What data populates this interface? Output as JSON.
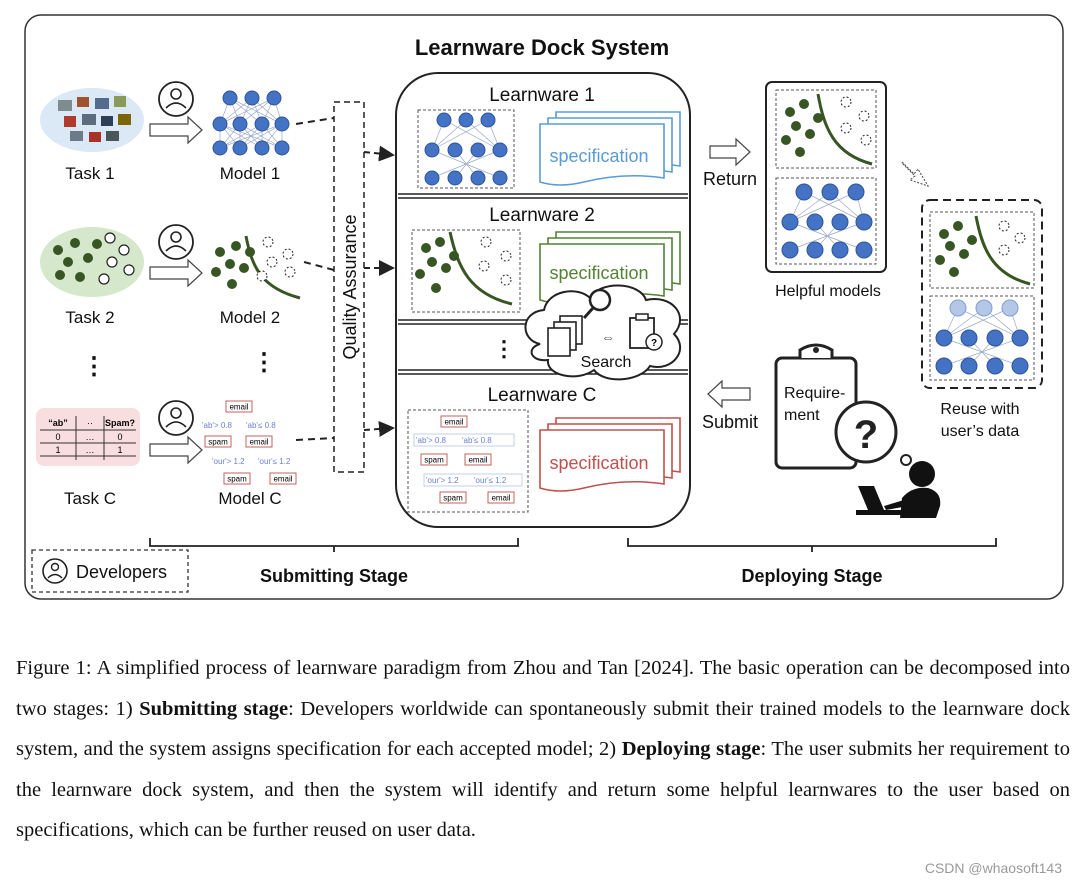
{
  "figure": {
    "title": "Learnware Dock System",
    "tasks": [
      "Task 1",
      "Task 2",
      "Task C"
    ],
    "models": [
      "Model 1",
      "Model 2",
      "Model C"
    ],
    "ellipsis": "⋮",
    "quality_assurance": "Quality Assurance",
    "learnwares": [
      "Learnware 1",
      "Learnware 2",
      "Learnware C"
    ],
    "specification": "specification",
    "search": "Search",
    "return": "Return",
    "submit": "Submit",
    "helpful_models": "Helpful models",
    "reuse_line1": "Reuse with",
    "reuse_line2": "user’s data",
    "requirement_line1": "Require-",
    "requirement_line2": "ment",
    "developers": "Developers",
    "submitting_stage": "Submitting Stage",
    "deploying_stage": "Deploying Stage",
    "table": {
      "header": [
        "“ab”",
        "··",
        "Spam?"
      ],
      "rows": [
        [
          "0",
          "…",
          "0"
        ],
        [
          "1",
          "…",
          "1"
        ]
      ]
    },
    "tree": {
      "root": "email",
      "cond_left": "'ab'> 0.8",
      "cond_right": "'ab'≤ 0.8",
      "spam": "spam",
      "email": "email",
      "cond2_left": "'our'> 1.2",
      "cond2_right": "'our'≤ 1.2"
    },
    "colors": {
      "blue_node": "#4472c4",
      "light_blue_node": "#b4c7e7",
      "green": "#375623",
      "spec_blue": "#5b9bd5",
      "spec_green": "#548235",
      "spec_red": "#c0504d"
    }
  },
  "caption": {
    "label": "Figure 1:",
    "part1": " A simplified process of learnware paradigm from Zhou and Tan [2024]. The basic operation can be decomposed into two stages: 1) ",
    "bold1": "Submitting stage",
    "part2": ": Developers worldwide can spontaneously submit their trained models to the learnware dock system, and the system assigns specification for each accepted model; 2) ",
    "bold2": "Deploying stage",
    "part3": ": The user submits her requirement to the learnware dock system, and then the system will identify and return some helpful learnwares to the user based on specifications, which can be further reused on user data."
  },
  "watermark": "CSDN @whaosoft143"
}
